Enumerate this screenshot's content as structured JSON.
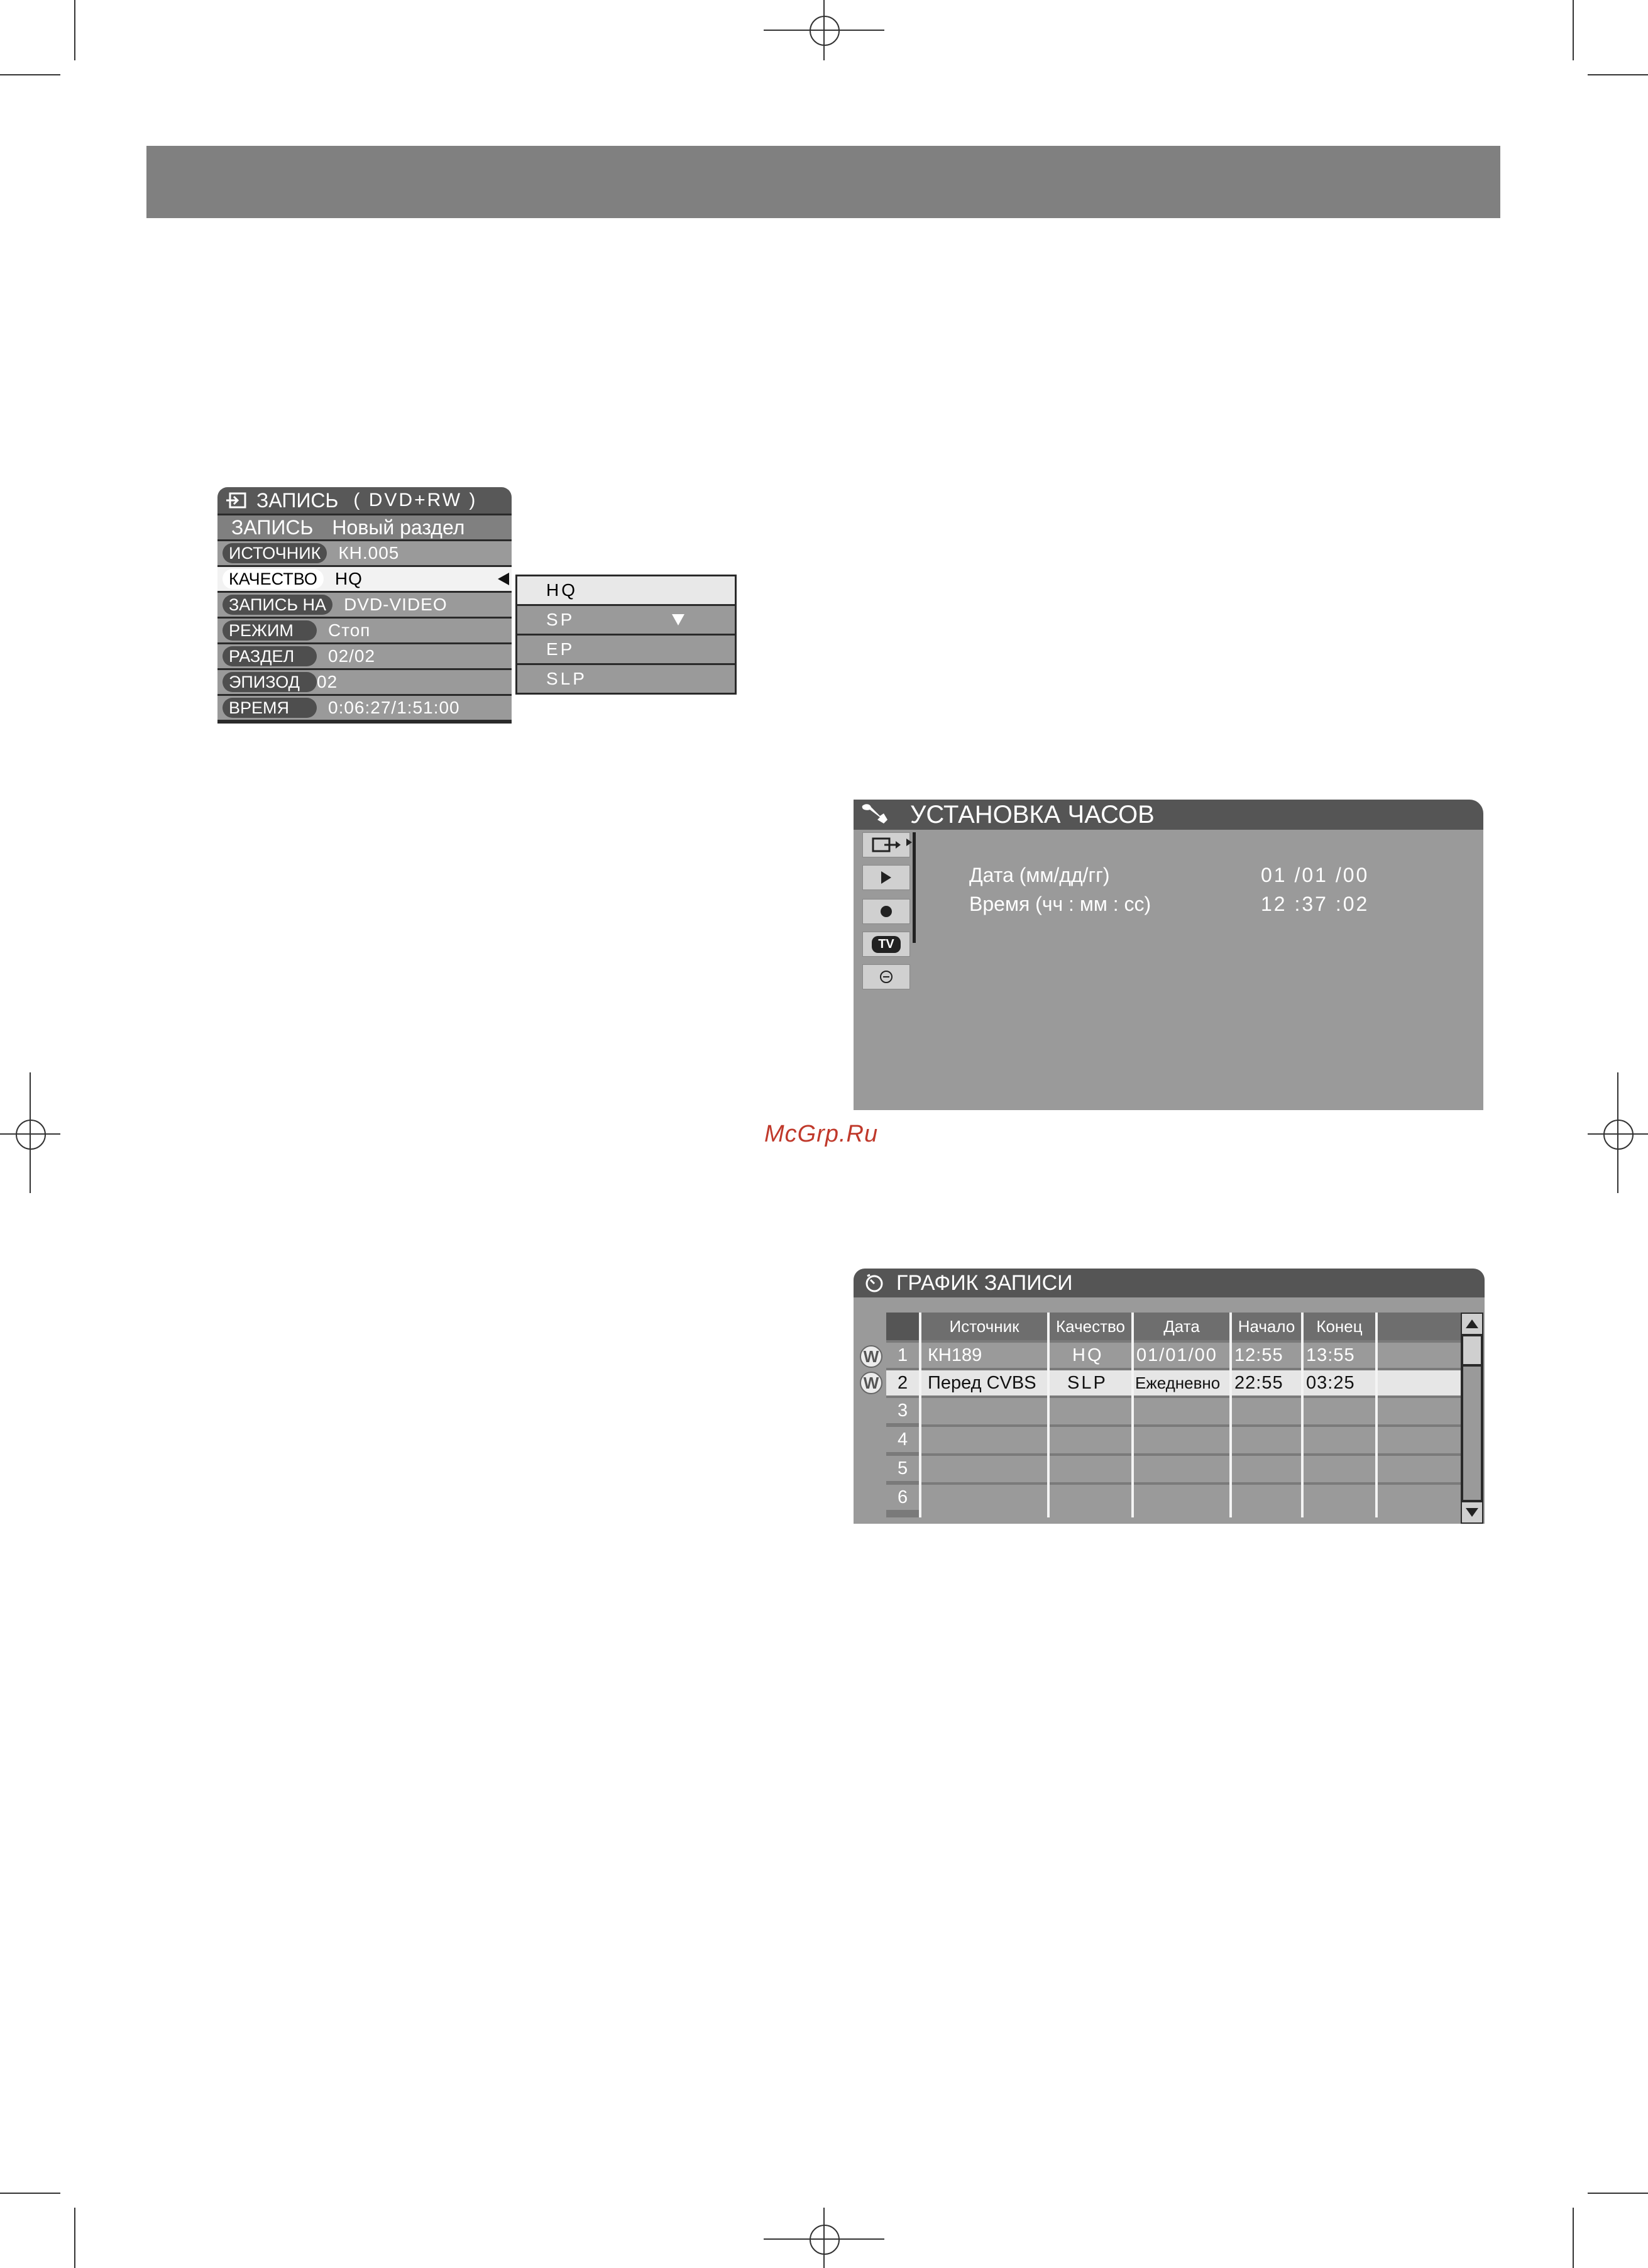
{
  "record_menu": {
    "title": "ЗАПИСЬ",
    "title_suffix": "( DVD+RW )",
    "rows": [
      {
        "label": "ЗАПИСЬ",
        "value": "Новый раздел"
      },
      {
        "label": "ИСТОЧНИК",
        "value": "КН.005"
      },
      {
        "label": "КАЧЕСТВО",
        "value": "HQ"
      },
      {
        "label": "ЗАПИСЬ НА",
        "value": "DVD-VIDEO"
      },
      {
        "label": "РЕЖИМ",
        "value": "Стоп"
      },
      {
        "label": "РАЗДЕЛ",
        "value": "02/02"
      },
      {
        "label": "ЭПИЗОД",
        "value": "02"
      },
      {
        "label": "ВРЕМЯ",
        "value": "0:06:27/1:51:00"
      }
    ],
    "quality_options": [
      "HQ",
      "SP",
      "EP",
      "SLP"
    ],
    "quality_selected": "HQ"
  },
  "clock_setup": {
    "title": "УСТАНОВКА ЧАСОВ",
    "side_icons": [
      "input-icon",
      "play-icon",
      "record-icon",
      "tv-icon",
      "timer-icon"
    ],
    "tv_label": "TV",
    "date_label": "Дата (мм/дд/гг)",
    "date_value": "01 /01 /00",
    "time_label": "Время (чч : мм : сс)",
    "time_value": "12 :37 :02"
  },
  "watermark": "McGrp.Ru",
  "schedule": {
    "title": "ГРАФИК ЗАПИСИ",
    "columns": [
      "Источник",
      "Качество",
      "Дата",
      "Начало",
      "Конец"
    ],
    "badge": "W",
    "rows": [
      {
        "num": "1",
        "source": "КН189",
        "quality": "HQ",
        "date": "01/01/00",
        "start": "12:55",
        "end": "13:55"
      },
      {
        "num": "2",
        "source": "Перед CVBS",
        "quality": "SLP",
        "date": "Ежедневно",
        "start": "22:55",
        "end": "03:25"
      },
      {
        "num": "3",
        "source": "",
        "quality": "",
        "date": "",
        "start": "",
        "end": ""
      },
      {
        "num": "4",
        "source": "",
        "quality": "",
        "date": "",
        "start": "",
        "end": ""
      },
      {
        "num": "5",
        "source": "",
        "quality": "",
        "date": "",
        "start": "",
        "end": ""
      },
      {
        "num": "6",
        "source": "",
        "quality": "",
        "date": "",
        "start": "",
        "end": ""
      }
    ]
  }
}
